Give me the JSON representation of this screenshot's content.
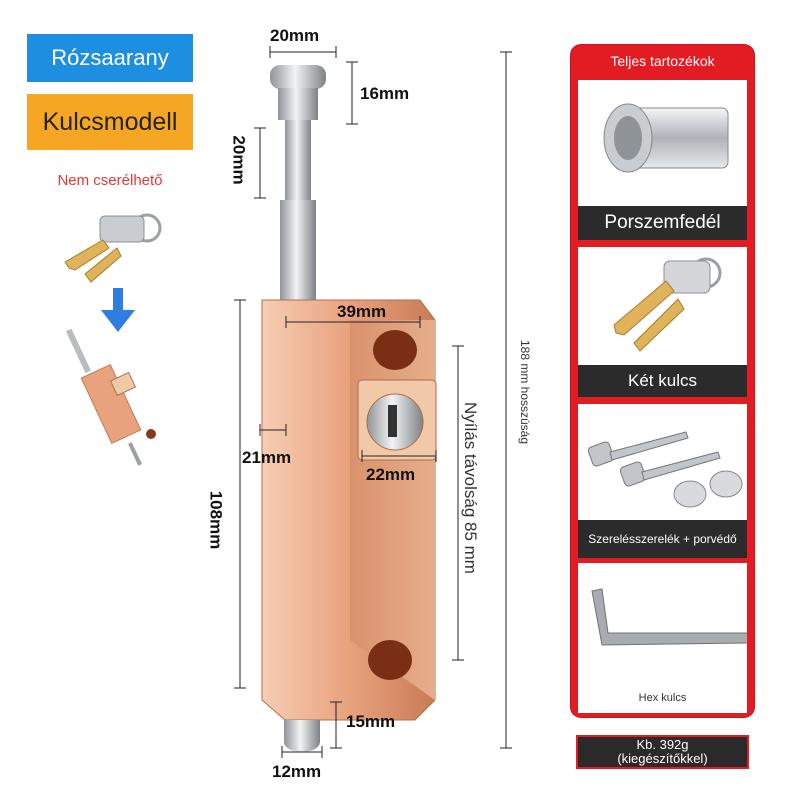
{
  "left_panel": {
    "color_label": "Rózsaarany",
    "model_label": "Kulcsmodell",
    "note": "Nem cserélhető"
  },
  "dimensions": {
    "head_width": "20mm",
    "head_height": "16mm",
    "sleeve_height": "20mm",
    "body_width": "39mm",
    "side_depth": "21mm",
    "lock_width": "22mm",
    "body_height": "108mm",
    "pin_length": "15mm",
    "pin_diameter": "12mm",
    "opening_distance": "Nyílás távolság 85 mm",
    "total_length": "188 mm hosszúság"
  },
  "accessories": {
    "title": "Teljes tartozékok",
    "items": [
      {
        "label": "Porszemfedél",
        "icon": "dust-cover-icon"
      },
      {
        "label": "Két kulcs",
        "icon": "keys-icon"
      },
      {
        "label": "Szerelésszerelék + porvédő",
        "icon": "screws-icon"
      },
      {
        "label": "Hex kulcs",
        "icon": "hex-key-icon"
      }
    ],
    "weight_line1": "Kb. 392g",
    "weight_line2": "(kiegészítőkkel)"
  },
  "colors": {
    "rose_gold": "#e8a27e",
    "accent_red": "#e31b23",
    "blue": "#1e8fe0",
    "orange": "#f5a623"
  }
}
